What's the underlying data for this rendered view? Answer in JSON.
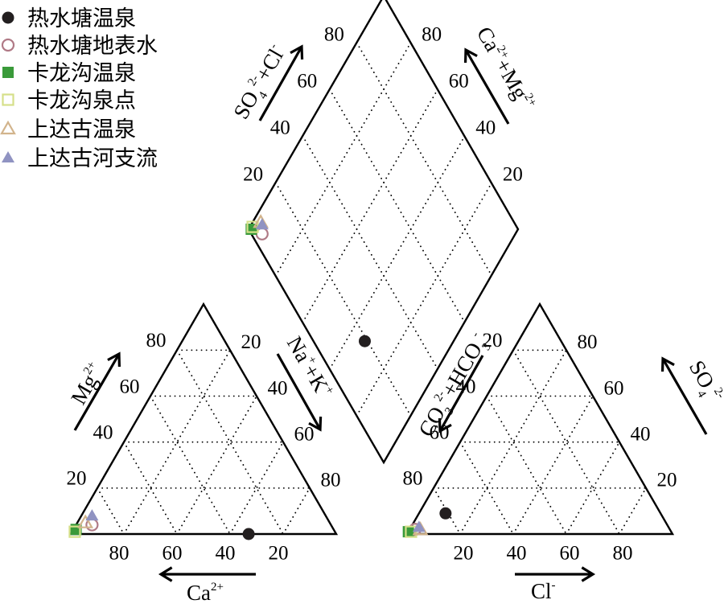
{
  "chart_data": {
    "type": "scatter",
    "subtype": "piper-trilinear-diagram",
    "ticks": {
      "cation_left": [
        "80",
        "60",
        "40",
        "20"
      ],
      "cation_bottom": [
        "80",
        "60",
        "40",
        "20"
      ],
      "cation_right": [
        "20",
        "40",
        "60",
        "80"
      ],
      "anion_left": [
        "20",
        "40",
        "60",
        "80"
      ],
      "anion_bottom": [
        "20",
        "40",
        "60",
        "80"
      ],
      "anion_right": [
        "80",
        "60",
        "40",
        "20"
      ],
      "diamond_upper_left": [
        "20",
        "40",
        "60",
        "80"
      ],
      "diamond_upper_right": [
        "80",
        "60",
        "40",
        "20"
      ]
    },
    "axis_titles": {
      "mg": {
        "base": "Mg",
        "sup": "2+"
      },
      "ca": {
        "base": "Ca",
        "sup": "2+"
      },
      "nak": {
        "p1": "Na",
        "s1": "+",
        "p2": "+K",
        "s2": "+"
      },
      "co3hco3": {
        "p1": "CO",
        "sub1": "3",
        "sup1": "2-",
        "p2": "+HCO",
        "sub2": "3",
        "sup2": "-"
      },
      "cl": {
        "base": "Cl",
        "sup": "-"
      },
      "so4": {
        "base": "SO",
        "sub": "4",
        "sup": "2-"
      },
      "so4cl": {
        "p1": "SO",
        "sub1": "4",
        "sup1": "2-",
        "p2": "+Cl",
        "sup2": "-"
      },
      "camg": {
        "p1": "Ca",
        "sup1": "2+",
        "p2": "+Mg",
        "sup2": "2+"
      }
    },
    "series": [
      {
        "name": "热水塘温泉",
        "marker": "circle-filled",
        "color": "#231f20",
        "points": [
          {
            "ca": 33,
            "mg": 0,
            "nak": 67,
            "cl": 10,
            "so4": 9,
            "hco3": 81
          }
        ]
      },
      {
        "name": "热水塘地表水",
        "marker": "circle-open",
        "color": "#b07a86",
        "points": [
          {
            "ca": 90,
            "mg": 4,
            "nak": 6,
            "cl": 2,
            "so4": 2,
            "hco3": 96
          }
        ]
      },
      {
        "name": "卡龙沟温泉",
        "marker": "square-filled",
        "color": "#3a9a3a",
        "points": [
          {
            "ca": 97,
            "mg": 2,
            "nak": 1,
            "cl": 0,
            "so4": 1,
            "hco3": 99
          }
        ]
      },
      {
        "name": "卡龙沟泉点",
        "marker": "square-open",
        "color": "#d6e08a",
        "points": [
          {
            "ca": 98,
            "mg": 1,
            "nak": 1,
            "cl": 1,
            "so4": 1,
            "hco3": 98
          }
        ]
      },
      {
        "name": "上达古温泉",
        "marker": "triangle-open",
        "color": "#d2b48c",
        "points": [
          {
            "ca": 92,
            "mg": 5,
            "nak": 3,
            "cl": 4,
            "so4": 2,
            "hco3": 94
          }
        ]
      },
      {
        "name": "上达古河支流",
        "marker": "triangle-filled",
        "color": "#9093c2",
        "points": [
          {
            "ca": 88,
            "mg": 8,
            "nak": 4,
            "cl": 3,
            "so4": 3,
            "hco3": 94
          }
        ]
      }
    ]
  }
}
